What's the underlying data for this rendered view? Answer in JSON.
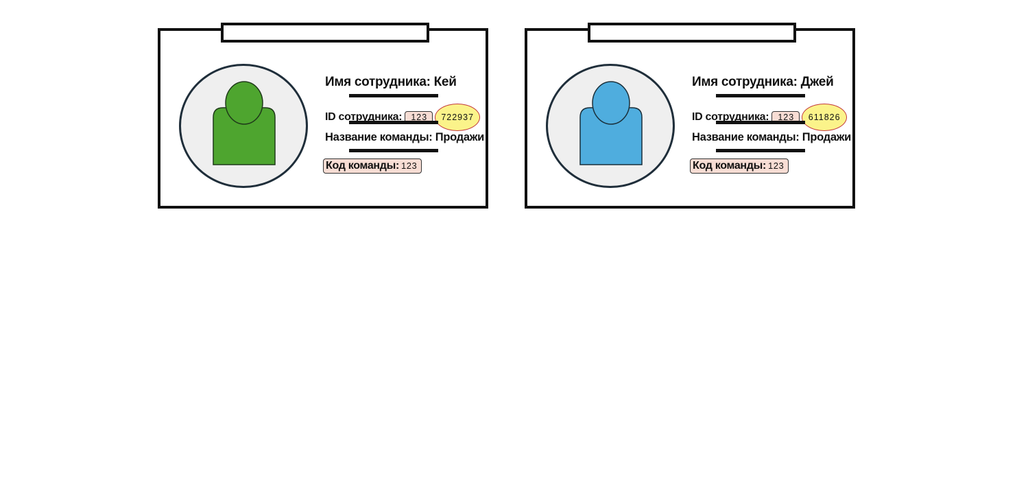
{
  "cards": [
    {
      "name_label": "Имя сотрудника:",
      "name_value": "Кей",
      "id_label": "ID сотрудника:",
      "id_prefix": "123",
      "id_number": "722937",
      "team_label": "Название команды:",
      "team_value": "Продажи",
      "team_code_label": "Код команды:",
      "team_code_value": "123",
      "avatar_icon": "person-silhouette-icon",
      "avatar_color": "#4ea52f"
    },
    {
      "name_label": "Имя сотрудника:",
      "name_value": "Джей",
      "id_label": "ID сотрудника:",
      "id_prefix": "123",
      "id_number": "611826",
      "team_label": "Название команды:",
      "team_value": "Продажи",
      "team_code_label": "Код команды:",
      "team_code_value": "123",
      "avatar_icon": "person-silhouette-icon",
      "avatar_color": "#4fadde"
    }
  ],
  "colors": {
    "highlight_oval_fill": "#fbf38a",
    "highlight_oval_border": "#c33a3a",
    "code_box_fill": "#f7ddd4",
    "frame": "#111111"
  }
}
